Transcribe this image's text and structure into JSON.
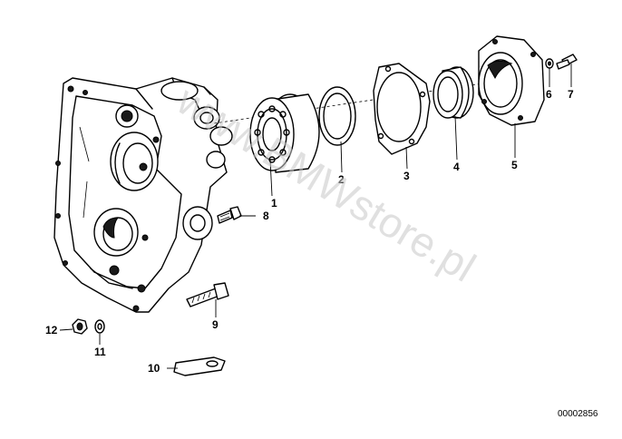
{
  "watermark": "www.BMWstore.pl",
  "catalog_number": "00002856",
  "parts": [
    {
      "num": "1"
    },
    {
      "num": "2"
    },
    {
      "num": "3"
    },
    {
      "num": "4"
    },
    {
      "num": "5"
    },
    {
      "num": "6"
    },
    {
      "num": "7"
    },
    {
      "num": "8"
    },
    {
      "num": "9"
    },
    {
      "num": "10"
    },
    {
      "num": "11"
    },
    {
      "num": "12"
    }
  ]
}
